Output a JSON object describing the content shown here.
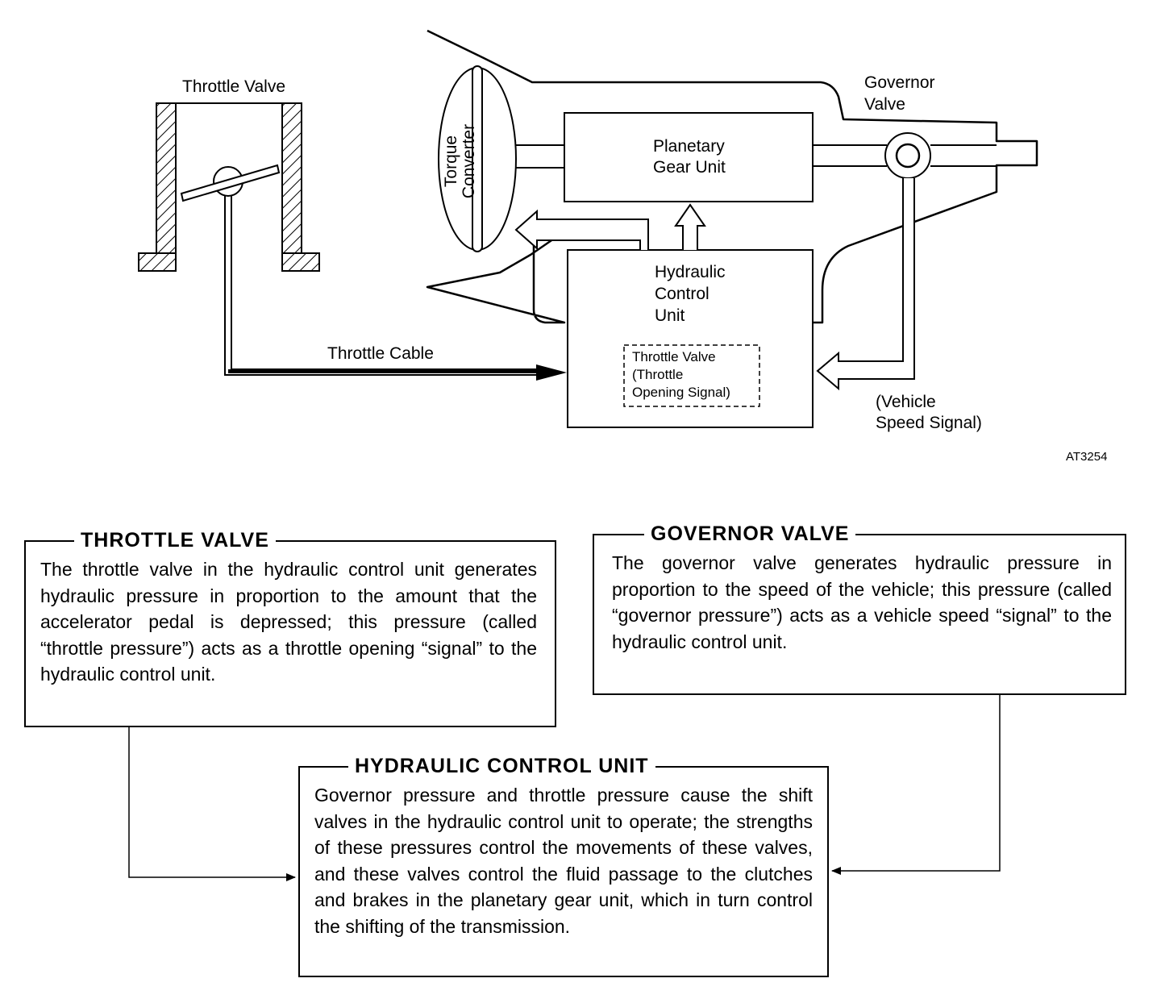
{
  "diagram": {
    "labels": {
      "throttle_valve": "Throttle Valve",
      "torque_converter_1": "Torque",
      "torque_converter_2": "Converter",
      "planetary_1": "Planetary",
      "planetary_2": "Gear Unit",
      "governor_1": "Governor",
      "governor_2": "Valve",
      "hcu_1": "Hydraulic",
      "hcu_2": "Control",
      "hcu_3": "Unit",
      "throttle_cable": "Throttle Cable",
      "tv_signal_1": "Throttle Valve",
      "tv_signal_2": "(Throttle",
      "tv_signal_3": "Opening Signal)",
      "speed_signal_1": "(Vehicle",
      "speed_signal_2": "Speed Signal)",
      "figure_code": "AT3254"
    }
  },
  "panels": {
    "throttle": {
      "title": "THROTTLE  VALVE",
      "text": "The throttle valve in the hydraulic control unit generates hydraulic pressure in proportion to the amount that the accelerator pedal is depressed; this pressure (called “throttle pressure”) acts as a throttle opening “signal” to the hydraulic control unit."
    },
    "governor": {
      "title": "GOVERNOR  VALVE",
      "text": "The governor valve generates hydraulic pressure in proportion to the speed of the vehicle; this pressure (called “governor pressure”) acts as a vehicle speed “signal” to the hydraulic control unit."
    },
    "hcu": {
      "title": "HYDRAULIC CONTROL UNIT",
      "text": "Governor pressure and throttle pressure cause the shift valves in the hydraulic control unit to operate; the strengths of these pressures control the movements of these valves, and these valves control the fluid passage to the clutches and brakes in the planetary gear unit, which in turn control the shifting of the transmission."
    }
  }
}
